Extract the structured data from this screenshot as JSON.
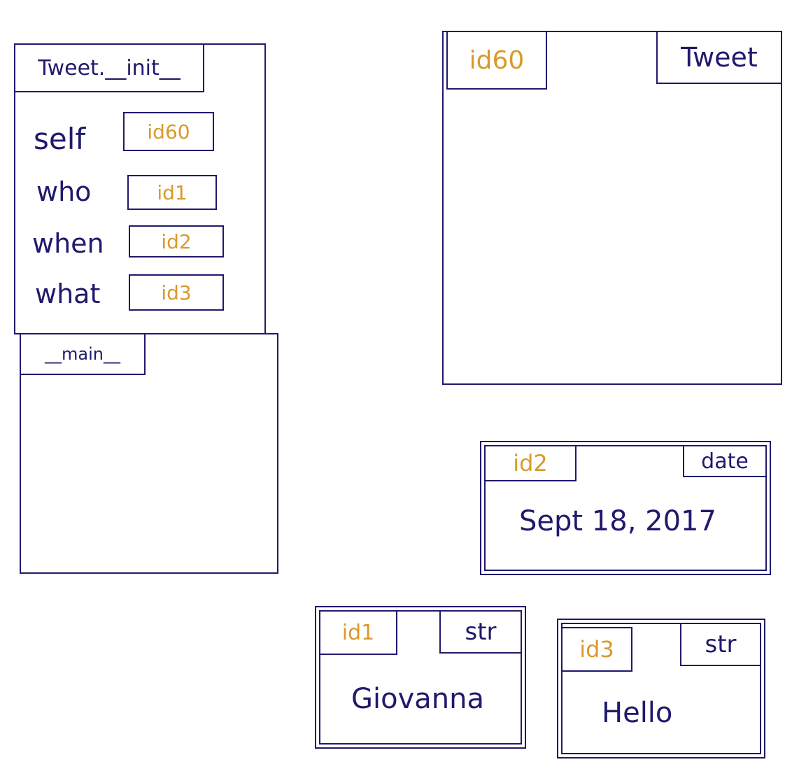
{
  "frames": {
    "init": {
      "title": "Tweet.__init__",
      "vars": [
        {
          "name": "self",
          "ref": "id60"
        },
        {
          "name": "who",
          "ref": "id1"
        },
        {
          "name": "when",
          "ref": "id2"
        },
        {
          "name": "what",
          "ref": "id3"
        }
      ]
    },
    "main": {
      "title": "__main__"
    }
  },
  "objects": {
    "tweet": {
      "id": "id60",
      "type": "Tweet"
    },
    "date": {
      "id": "id2",
      "type": "date",
      "value": "Sept 18, 2017"
    },
    "str1": {
      "id": "id1",
      "type": "str",
      "value": "Giovanna"
    },
    "str3": {
      "id": "id3",
      "type": "str",
      "value": "Hello"
    }
  },
  "colors": {
    "ink": "#1f1a6b",
    "id": "#d99a2b"
  }
}
